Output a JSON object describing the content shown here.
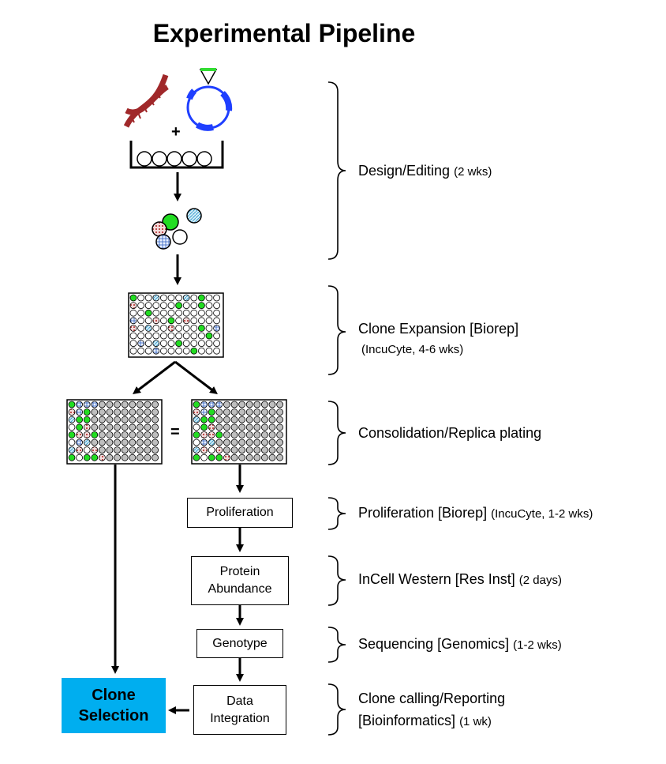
{
  "title": "Experimental Pipeline",
  "symbols": {
    "plus": "+",
    "equals": "="
  },
  "boxes": {
    "proliferation": "Proliferation",
    "protein_line1": "Protein",
    "protein_line2": "Abundance",
    "genotype": "Genotype",
    "data_line1": "Data",
    "data_line2": "Integration",
    "clone_line1": "Clone",
    "clone_line2": "Selection"
  },
  "stages": [
    {
      "main": "Design/Editing",
      "note": "(2 wks)"
    },
    {
      "main": "Clone Expansion [Biorep]",
      "note": "(IncuCyte, 4-6 wks)"
    },
    {
      "main": "Consolidation/Replica plating",
      "note": ""
    },
    {
      "main": "Proliferation [Biorep]",
      "note": "(IncuCyte, 1-2 wks)"
    },
    {
      "main": "InCell Western [Res Inst]",
      "note": "(2 days)"
    },
    {
      "main": "Sequencing [Genomics]",
      "note": "(1-2 wks)"
    },
    {
      "main": "Clone calling/Reporting",
      "main2": "[Bioinformatics]",
      "note": "(1 wk)"
    }
  ],
  "colors": {
    "dna": "#a0282a",
    "plasmid": "#1f3fff",
    "promoter": "#33dd33",
    "green_cell": "#22dd22",
    "blue_hatch": "#7ec8e3",
    "red_cell": "#c0504d",
    "gray_well": "#bfbfbf",
    "clone_selection": "#00aeef"
  }
}
